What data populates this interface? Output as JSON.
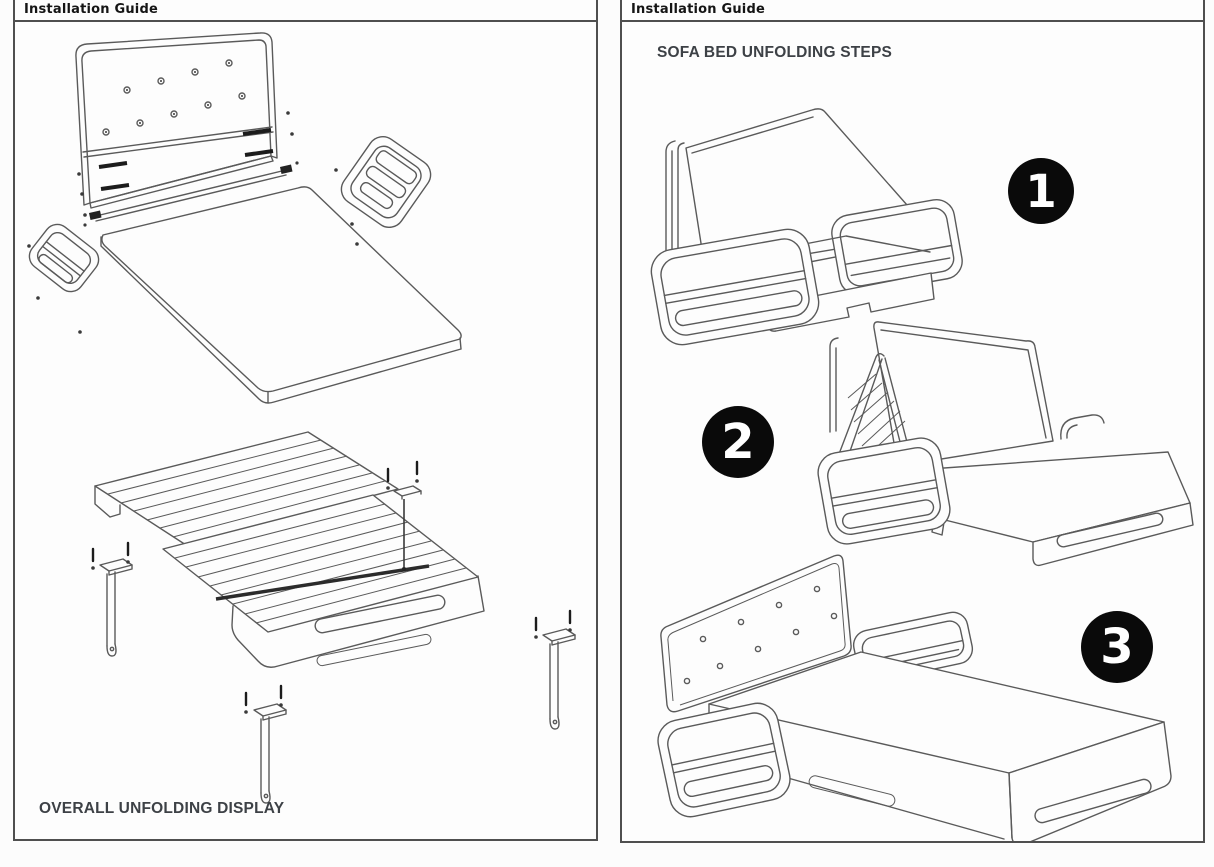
{
  "colors": {
    "page_bg": "#fcfcfc",
    "panel_border": "#4f4f4f",
    "line": "#5a5a5a",
    "accent_dark": "#1c1c1c",
    "title_text": "#3d4146",
    "header_text": "#151515",
    "badge_bg": "#0a0a0a",
    "badge_text": "#ffffff"
  },
  "left_panel": {
    "header": "Installation Guide",
    "caption": "OVERALL UNFOLDING DISPLAY",
    "illustrations": [
      {
        "name": "exploded-bed-parts"
      },
      {
        "name": "slatted-base-with-legs"
      }
    ]
  },
  "right_panel": {
    "header": "Installation Guide",
    "title": "SOFA BED UNFOLDING STEPS",
    "steps": [
      {
        "number": "1",
        "name": "sofa-folded"
      },
      {
        "number": "2",
        "name": "backrest-unfolding"
      },
      {
        "number": "3",
        "name": "bed-fully-unfolded"
      }
    ]
  }
}
